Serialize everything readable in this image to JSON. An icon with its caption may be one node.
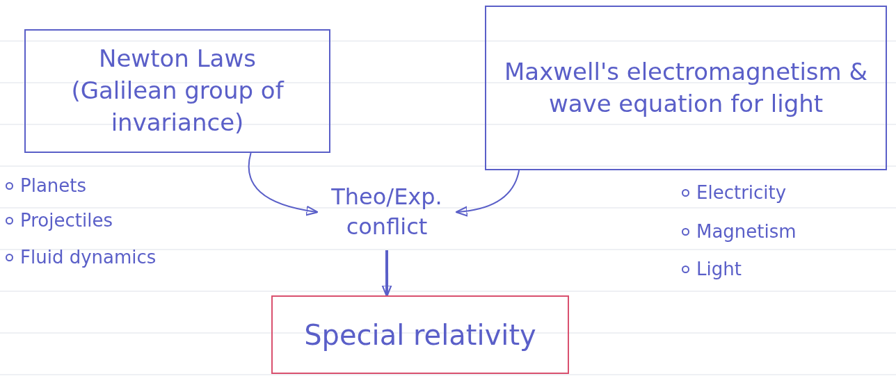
{
  "diagram": {
    "nodes": [
      {
        "text": [
          "Newton Laws (Galilean group of invariance)"
        ]
      },
      {
        "text": [
          "Maxwell's electromagnetism & wave equation for light"
        ]
      },
      {
        "text": [
          "Theo/Exp. conflict"
        ]
      },
      {
        "text": [
          "Special relativity"
        ]
      }
    ],
    "edges": [
      {
        "from": 0,
        "to": 2,
        "arrow": "to"
      },
      {
        "from": 1,
        "to": 2,
        "arrow": "to"
      },
      {
        "from": 2,
        "to": 3,
        "arrow": "to",
        "style": "thick"
      }
    ],
    "labels": [
      "Planets",
      "Projectiles",
      "Fluid dynamics",
      "Electricity",
      "Magnetism",
      "Light"
    ]
  }
}
